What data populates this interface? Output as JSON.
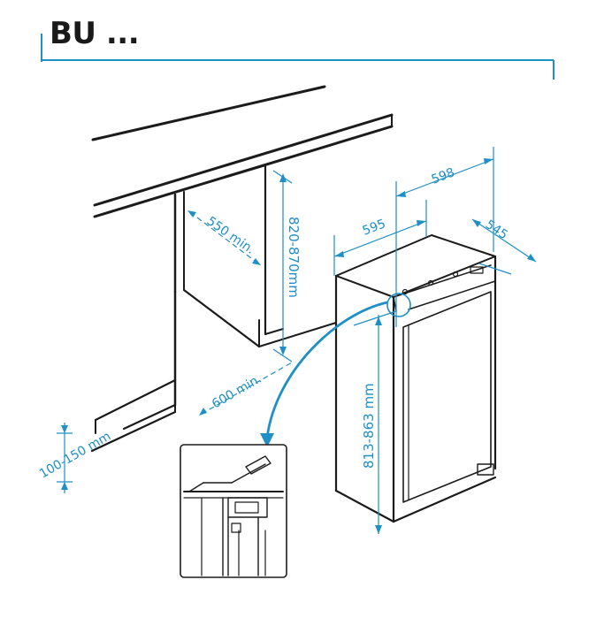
{
  "header": {
    "title": "BU ..."
  },
  "colors": {
    "accent": "#1f8fc6",
    "line": "#1b1b1b",
    "background": "#ffffff"
  },
  "dimensions": {
    "niche_depth": "550 min.",
    "niche_height": "820-870mm",
    "clearance_depth": "600 min.",
    "plinth_height": "100-150 mm",
    "appliance_width": "595",
    "overall_width": "598",
    "appliance_depth": "545",
    "appliance_height": "813-863 mm"
  }
}
